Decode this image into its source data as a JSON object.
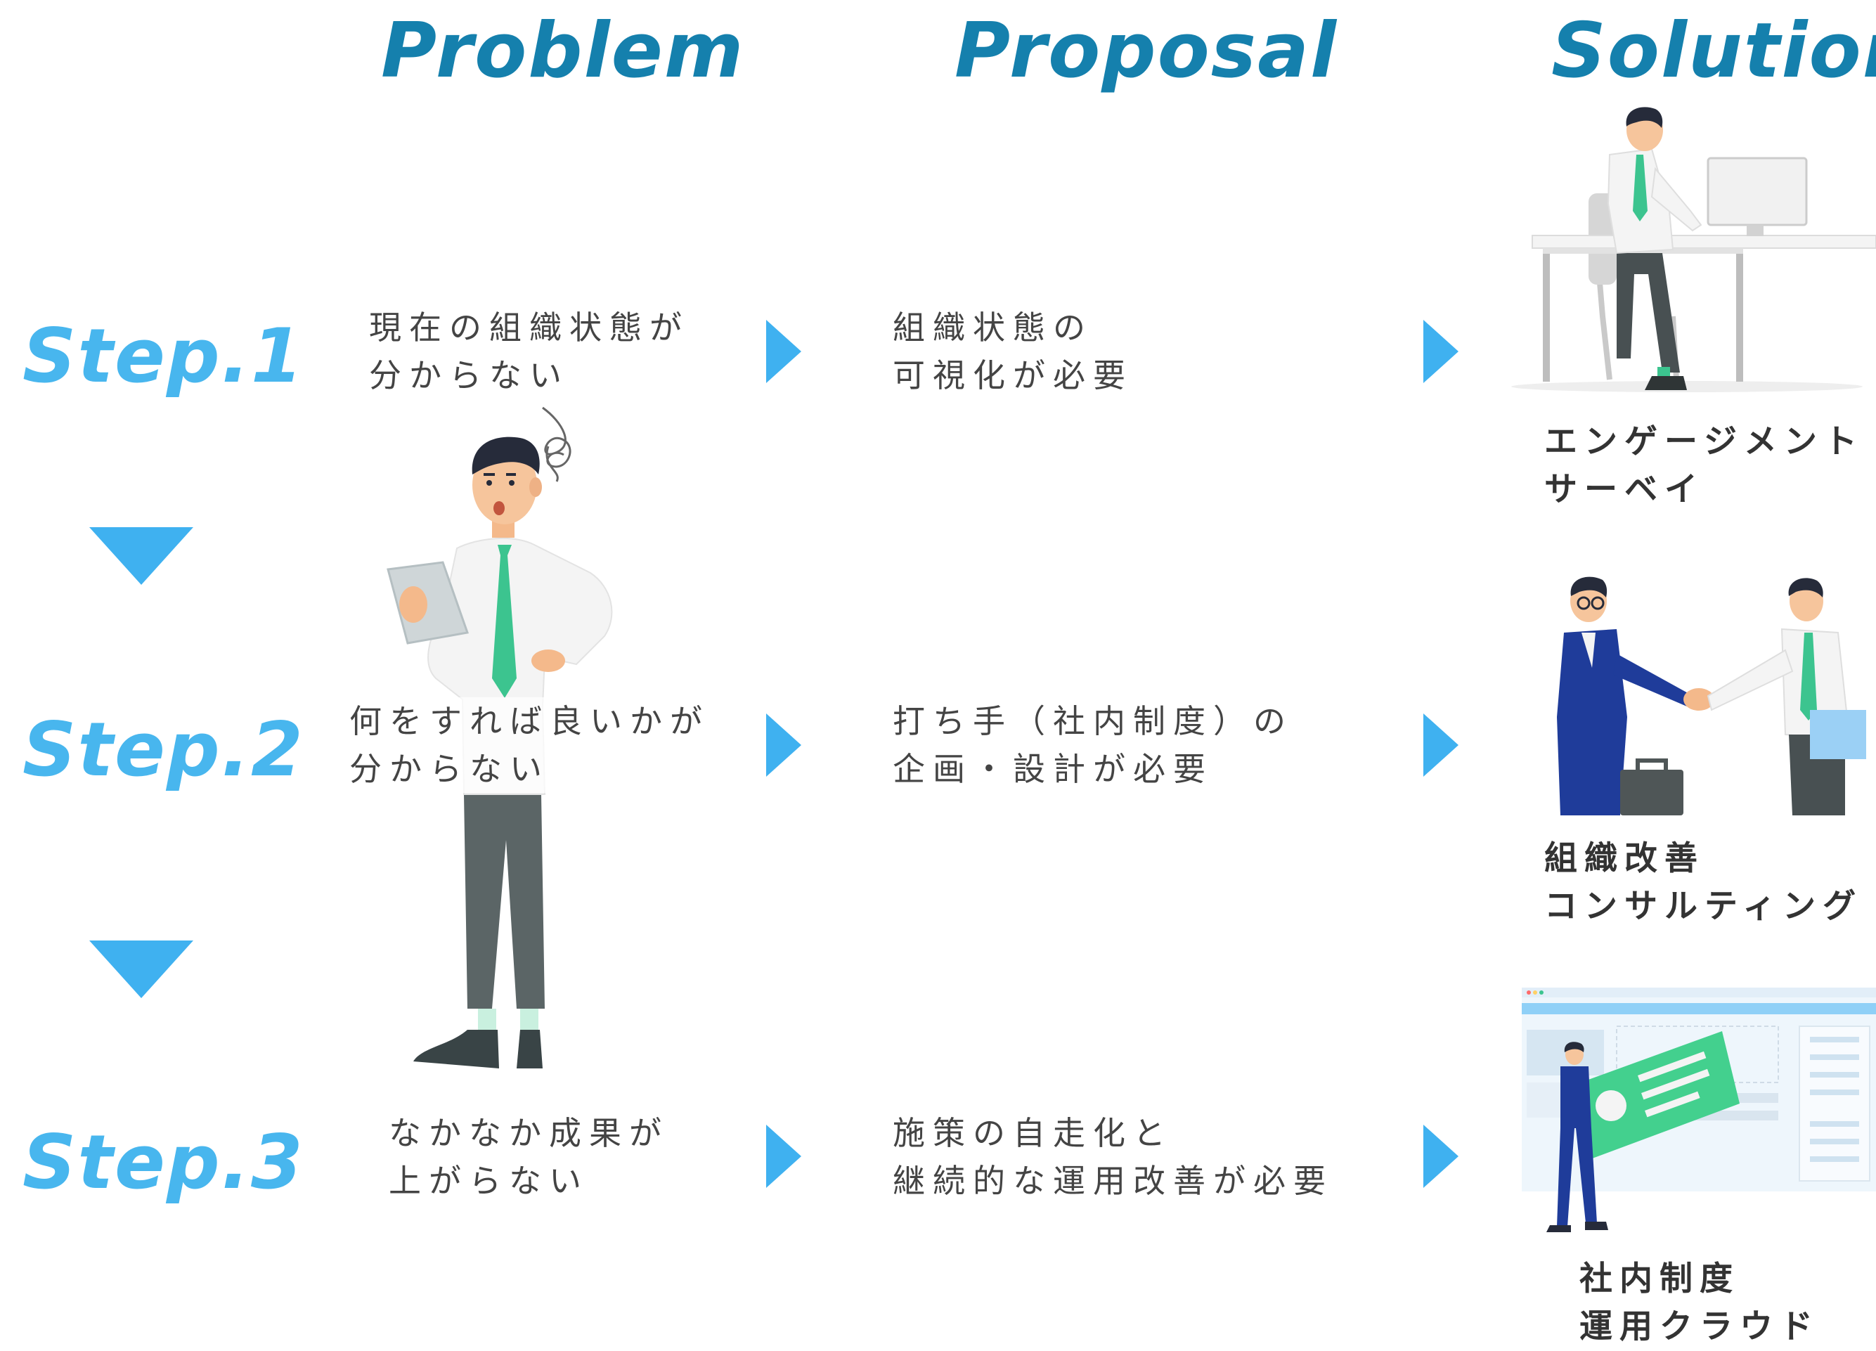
{
  "columns": {
    "problem": "Problem",
    "proposal": "Proposal",
    "solution": "Solution"
  },
  "steps": [
    {
      "label": "Step.1",
      "problem": [
        "現在の組織状態が",
        "分からない"
      ],
      "proposal": [
        "組織状態の",
        "可視化が必要"
      ],
      "solution": [
        "エンゲージメント",
        "サーベイ"
      ]
    },
    {
      "label": "Step.2",
      "problem": [
        "何をすれば良いかが",
        "分からない"
      ],
      "proposal": [
        "打ち手（社内制度）の",
        "企画・設計が必要"
      ],
      "solution": [
        "組織改善",
        "コンサルティング"
      ]
    },
    {
      "label": "Step.3",
      "problem": [
        "なかなか成果が",
        "上がらない"
      ],
      "proposal": [
        "施策の自走化と",
        "継続的な運用改善が必要"
      ],
      "solution": [
        "社内制度",
        "運用クラウド"
      ]
    }
  ],
  "colors": {
    "heading": "#1580ad",
    "step": "#48b6ee",
    "arrow": "#3fb1f0",
    "tie": "#3cc48f"
  }
}
